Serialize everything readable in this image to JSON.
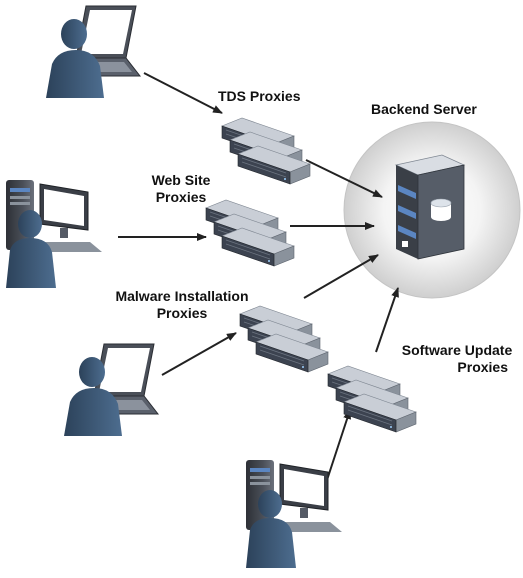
{
  "labels": {
    "tds": "TDS Proxies",
    "backend": "Backend Server",
    "website_line1": "Web Site",
    "website_line2": "Proxies",
    "malware_line1": "Malware Installation",
    "malware_line2": "Proxies",
    "update_line1": "Software Update",
    "update_line2": "Proxies"
  },
  "colors": {
    "rack_top": "#c9ced6",
    "rack_side": "#8a929c",
    "rack_front": "#3c4350",
    "person": "#3b5672",
    "arrow": "#222222",
    "server_accent": "#5b86c2"
  },
  "icons": {
    "client_laptop": "laptop-user-icon",
    "client_desktop": "desktop-user-icon",
    "proxy": "server-rack-icon",
    "backend": "database-server-icon"
  }
}
